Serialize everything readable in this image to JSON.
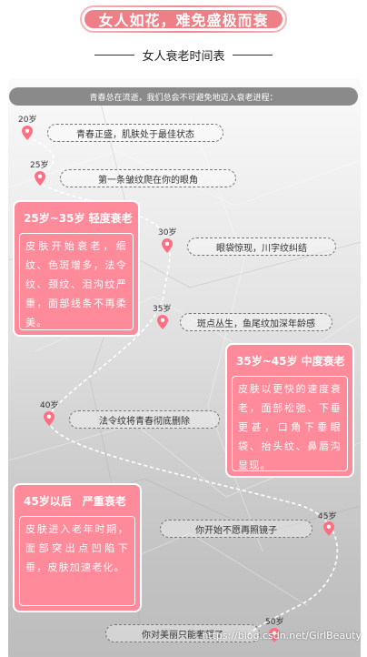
{
  "title": "女人如花，难免盛极而衰",
  "subtitle": "女人衰老时间表",
  "intro": "青春总在流逝，我们总会不可避免地迈入衰老进程：",
  "timeline": [
    {
      "age": "20岁",
      "text": "青春正盛，肌肤处于最佳状态"
    },
    {
      "age": "25岁",
      "text": "第一条皱纹爬在你的眼角"
    },
    {
      "age": "30岁",
      "text": "眼袋惊现，川字纹纠结"
    },
    {
      "age": "35岁",
      "text": "斑点丛生，鱼尾纹加深年龄感"
    },
    {
      "age": "40岁",
      "text": "法令纹将青春彻底删除"
    },
    {
      "age": "45岁",
      "text": "你开始不愿再照镜子"
    },
    {
      "age": "50岁",
      "text": "你对美丽只能奢望了"
    }
  ],
  "cards": [
    {
      "title": "25岁~35岁 轻度衰老",
      "body": "皮肤开始衰老，细纹、色斑增多，法令纹、颈纹、泪沟纹严重，面部线条不再柔美。"
    },
    {
      "title": "35岁~45岁 中度衰老",
      "body": "皮肤以更快的速度衰老，面部松弛、下垂更甚，口角下垂眼袋、抬头纹、鼻唇沟显现。"
    },
    {
      "title": "45岁以后　严重衰老",
      "body": "皮肤进入老年时期，面部突出点凹陷下垂，皮肤加速老化。"
    }
  ],
  "watermark": "https://blog.csdn.net/GirlBeauty",
  "colors": {
    "accent": "#ff8b9a",
    "title_bg": "#ee7f86"
  }
}
